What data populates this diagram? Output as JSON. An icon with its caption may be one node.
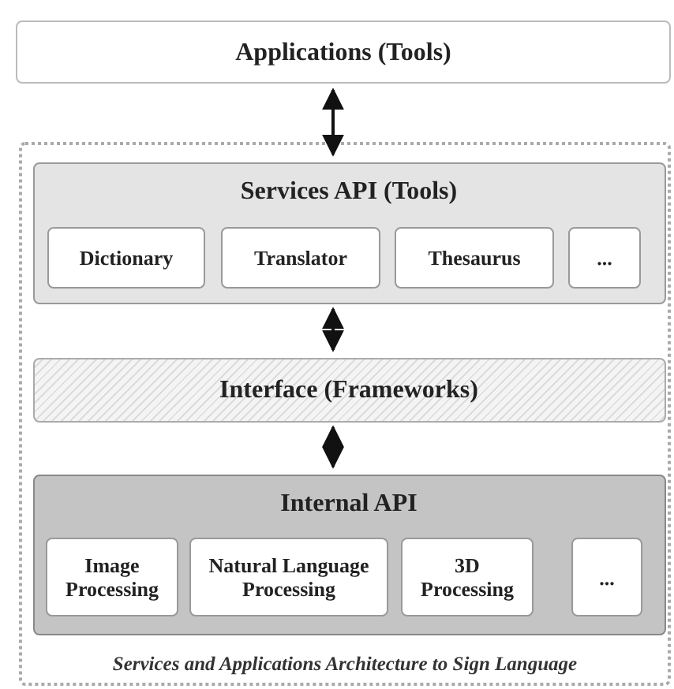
{
  "diagram": {
    "nodes": [
      {
        "text": [
          "Applications (Tools)"
        ]
      },
      {
        "text": [
          "Services and Applications Architecture to Sign Language"
        ]
      },
      {
        "text": [
          "Services API (Tools)"
        ],
        "in": 1
      },
      {
        "text": [
          "Dictionary"
        ],
        "in": 2
      },
      {
        "text": [
          "Translator"
        ],
        "in": 2
      },
      {
        "text": [
          "Thesaurus"
        ],
        "in": 2
      },
      {
        "text": [
          "..."
        ],
        "in": 2
      },
      {
        "text": [
          "Interface (Frameworks)"
        ],
        "in": 1
      },
      {
        "text": [
          "Internal API"
        ],
        "in": 1
      },
      {
        "text": [
          "Image Processing"
        ],
        "in": 8
      },
      {
        "text": [
          "Natural Language Processing"
        ],
        "in": 8
      },
      {
        "text": [
          "3D Processing"
        ],
        "in": 8
      },
      {
        "text": [
          "..."
        ],
        "in": 8
      }
    ],
    "edges": [
      {
        "from": 0,
        "to": 2,
        "arrow": "both"
      },
      {
        "from": 2,
        "to": 7,
        "arrow": "both"
      },
      {
        "from": 7,
        "to": 8,
        "arrow": "both"
      }
    ]
  }
}
